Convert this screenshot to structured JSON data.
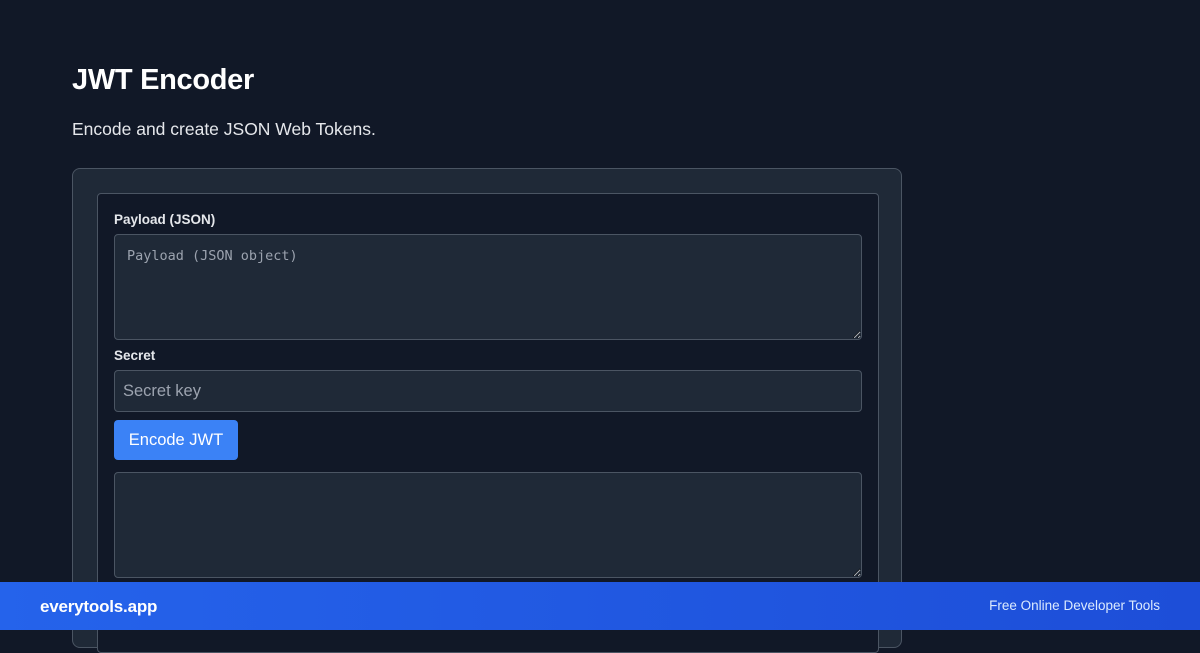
{
  "header": {
    "title": "JWT Encoder",
    "subtitle": "Encode and create JSON Web Tokens."
  },
  "form": {
    "payload": {
      "label": "Payload (JSON)",
      "placeholder": "Payload (JSON object)",
      "value": ""
    },
    "secret": {
      "label": "Secret",
      "placeholder": "Secret key",
      "value": ""
    },
    "encode_button_label": "Encode JWT",
    "output": {
      "value": ""
    }
  },
  "footer": {
    "brand": "everytools.app",
    "tagline": "Free Online Developer Tools"
  },
  "colors": {
    "background": "#111827",
    "card": "#1f2937",
    "border": "#4b5563",
    "accent": "#3b82f6",
    "footer": "#2563eb"
  }
}
